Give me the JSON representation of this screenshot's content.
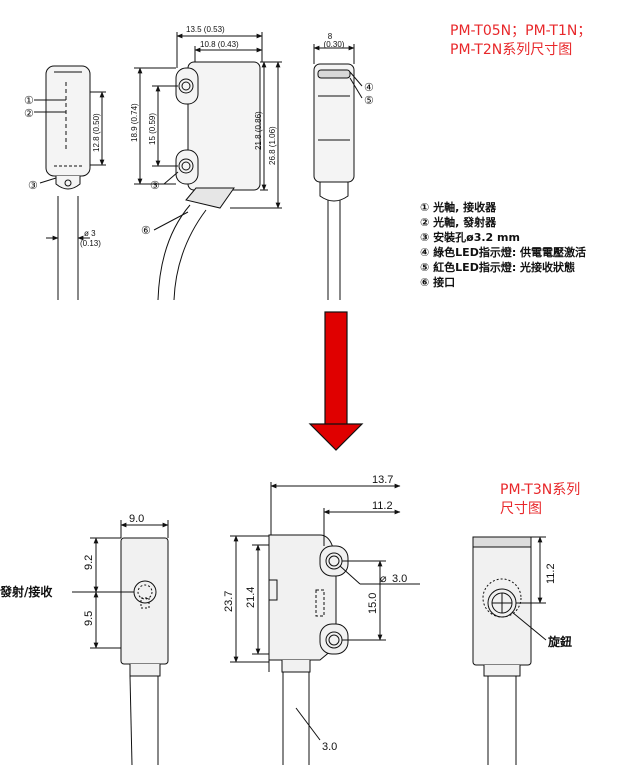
{
  "top": {
    "title_line1": "PM-T05N；PM-T1N；",
    "title_line2": "PM-T2N系列尺寸图",
    "legend": [
      {
        "num": "①",
        "text": "光軸, 接收器"
      },
      {
        "num": "②",
        "text": "光軸, 發射器"
      },
      {
        "num": "③",
        "text": "安裝孔ø3.2 mm"
      },
      {
        "num": "④",
        "text": "綠色LED指示燈: 供電電壓激活"
      },
      {
        "num": "⑤",
        "text": "紅色LED指示燈: 光接收狀態"
      },
      {
        "num": "⑥",
        "text": "接口"
      }
    ],
    "dims": {
      "w_total": "13.5 (0.53)",
      "w_inner": "10.8 (0.43)",
      "thickness": "8",
      "thickness_in": "(0.30)",
      "h_left": "12.8 (0.50)",
      "h_189": "18.9 (0.74)",
      "h_15": "15 (0.59)",
      "h_218": "21.8 (0.86)",
      "h_268": "26.8 (1.06)",
      "cable": "ø 3",
      "cable_in": "(0.13)"
    },
    "callouts": {
      "c1": "①",
      "c2": "②",
      "c3": "③",
      "c4": "④",
      "c5": "⑤",
      "c6": "⑥"
    }
  },
  "arrow_color": "#e00000",
  "bottom": {
    "title_line1": "PM-T3N系列",
    "title_line2": "尺寸图",
    "label_emit": "發射/接收",
    "label_knob": "旋鈕",
    "dims": {
      "w_front": "9.0",
      "h_upper": "9.2",
      "h_lower": "9.5",
      "w_total": "13.7",
      "w_inner": "11.2",
      "h_total": "23.7",
      "h_body": "21.4",
      "h_holes": "15.0",
      "hole": "3.0",
      "cable": "3.0",
      "h_right": "11.2"
    }
  },
  "colors": {
    "accent": "#e8282b",
    "line": "#111111",
    "fill": "#f1f1f1"
  }
}
